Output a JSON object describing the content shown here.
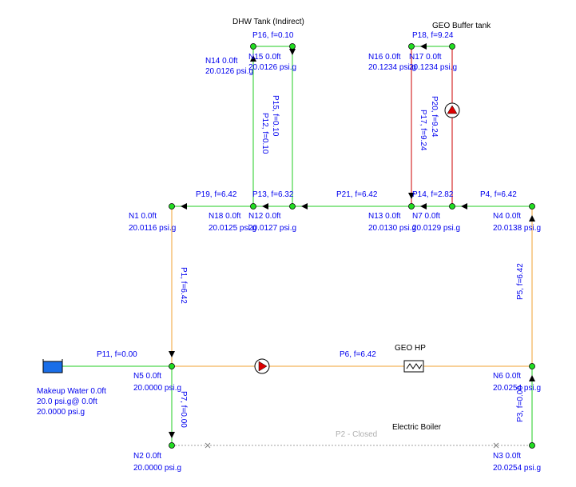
{
  "colors": {
    "background": "#ffffff",
    "pipe_green": "#22cc22",
    "pipe_red": "#cc0000",
    "pipe_orange": "#f0a030",
    "pipe_closed": "#a0a0a0",
    "node_fill": "#22dd22",
    "label_blue": "#0000ee",
    "label_black": "#000000",
    "label_gray": "#b0b0b0",
    "tank_fill": "#1a6ee8"
  },
  "components": {
    "dhw_tank": "DHW Tank (Indirect)",
    "geo_buffer_tank": "GEO Buffer tank",
    "geo_hp": "GEO HP",
    "electric_boiler": "Electric Boiler",
    "makeup_water": "Makeup Water  0.0ft",
    "makeup_water_line2": "20.0 psi.g@ 0.0ft",
    "makeup_water_line3": "20.0000 psi.g"
  },
  "nodes": {
    "N1": {
      "name": "N1  0.0ft",
      "pressure": "20.0116 psi.g"
    },
    "N2": {
      "name": "N2  0.0ft",
      "pressure": "20.0000 psi.g"
    },
    "N3": {
      "name": "N3  0.0ft",
      "pressure": "20.0254 psi.g"
    },
    "N4": {
      "name": "N4  0.0ft",
      "pressure": "20.0138 psi.g"
    },
    "N5": {
      "name": "N5  0.0ft",
      "pressure": "20.0000 psi.g"
    },
    "N6": {
      "name": "N6  0.0ft",
      "pressure": "20.0254 psi.g"
    },
    "N7": {
      "name": "N7  0.0ft",
      "pressure": "20.0129 psi.g"
    },
    "N12": {
      "name": "N12  0.0ft",
      "pressure": "20.0127 psi.g"
    },
    "N13": {
      "name": "N13  0.0ft",
      "pressure": "20.0130 psi.g"
    },
    "N14": {
      "name": "N14  0.0ft",
      "pressure": "20.0126 psi.g"
    },
    "N15": {
      "name": "N15  0.0ft",
      "pressure": "20.0126 psi.g"
    },
    "N16": {
      "name": "N16  0.0ft",
      "pressure": "20.1234 psi.g"
    },
    "N17": {
      "name": "N17  0.0ft",
      "pressure": "20.1234 psi.g"
    },
    "N18": {
      "name": "N18  0.0ft",
      "pressure": "20.0125 psi.g"
    }
  },
  "pipes": {
    "P1": "P1, f=6.42",
    "P2": "P2 - Closed",
    "P3": "P3, f=0.00",
    "P4": "P4, f=6.42",
    "P5": "P5, f=6.42",
    "P6": "P6, f=6.42",
    "P7": "P7, f=0.00",
    "P11": "P11, f=0.00",
    "P12": "P12, f=0.10",
    "P13": "P13, f=6.32",
    "P14": "P14, f=2.82",
    "P15": "P15, f=0.10",
    "P16": "P16, f=0.10",
    "P17": "P17, f=9.24",
    "P18": "P18, f=9.24",
    "P19": "P19, f=6.42",
    "P20": "P20, f=9.24",
    "P21": "P21, f=6.42"
  }
}
